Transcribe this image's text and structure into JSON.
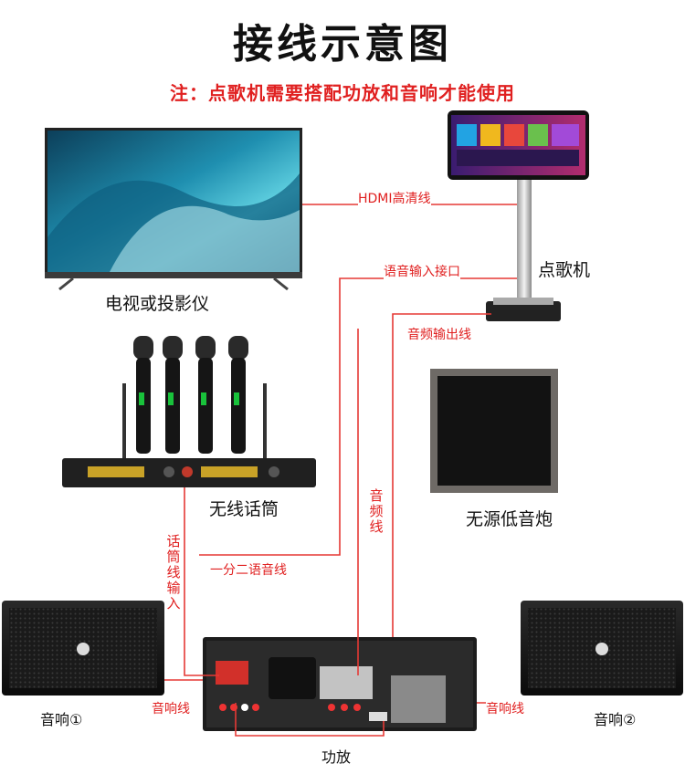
{
  "header": {
    "title": "接线示意图",
    "note": "注：点歌机需要搭配功放和音响才能使用"
  },
  "devices": {
    "tv": "电视或投影仪",
    "jukebox": "点歌机",
    "mic": "无线话筒",
    "subwoofer": "无源低音炮",
    "speaker_left": "音响①",
    "speaker_right": "音响②",
    "amplifier": "功放"
  },
  "cables": {
    "hdmi": "HDMI高清线",
    "voice_input": "语音输入接口",
    "audio_output": "音频输出线",
    "audio_cable_vertical": "音频线",
    "mic_input_vertical": "话筒线输入",
    "split_cable": "一分二语音线",
    "speaker_left_cable": "音响线",
    "speaker_right_cable": "音响线"
  },
  "colors": {
    "wire": "#e53935",
    "note": "#e02020"
  }
}
